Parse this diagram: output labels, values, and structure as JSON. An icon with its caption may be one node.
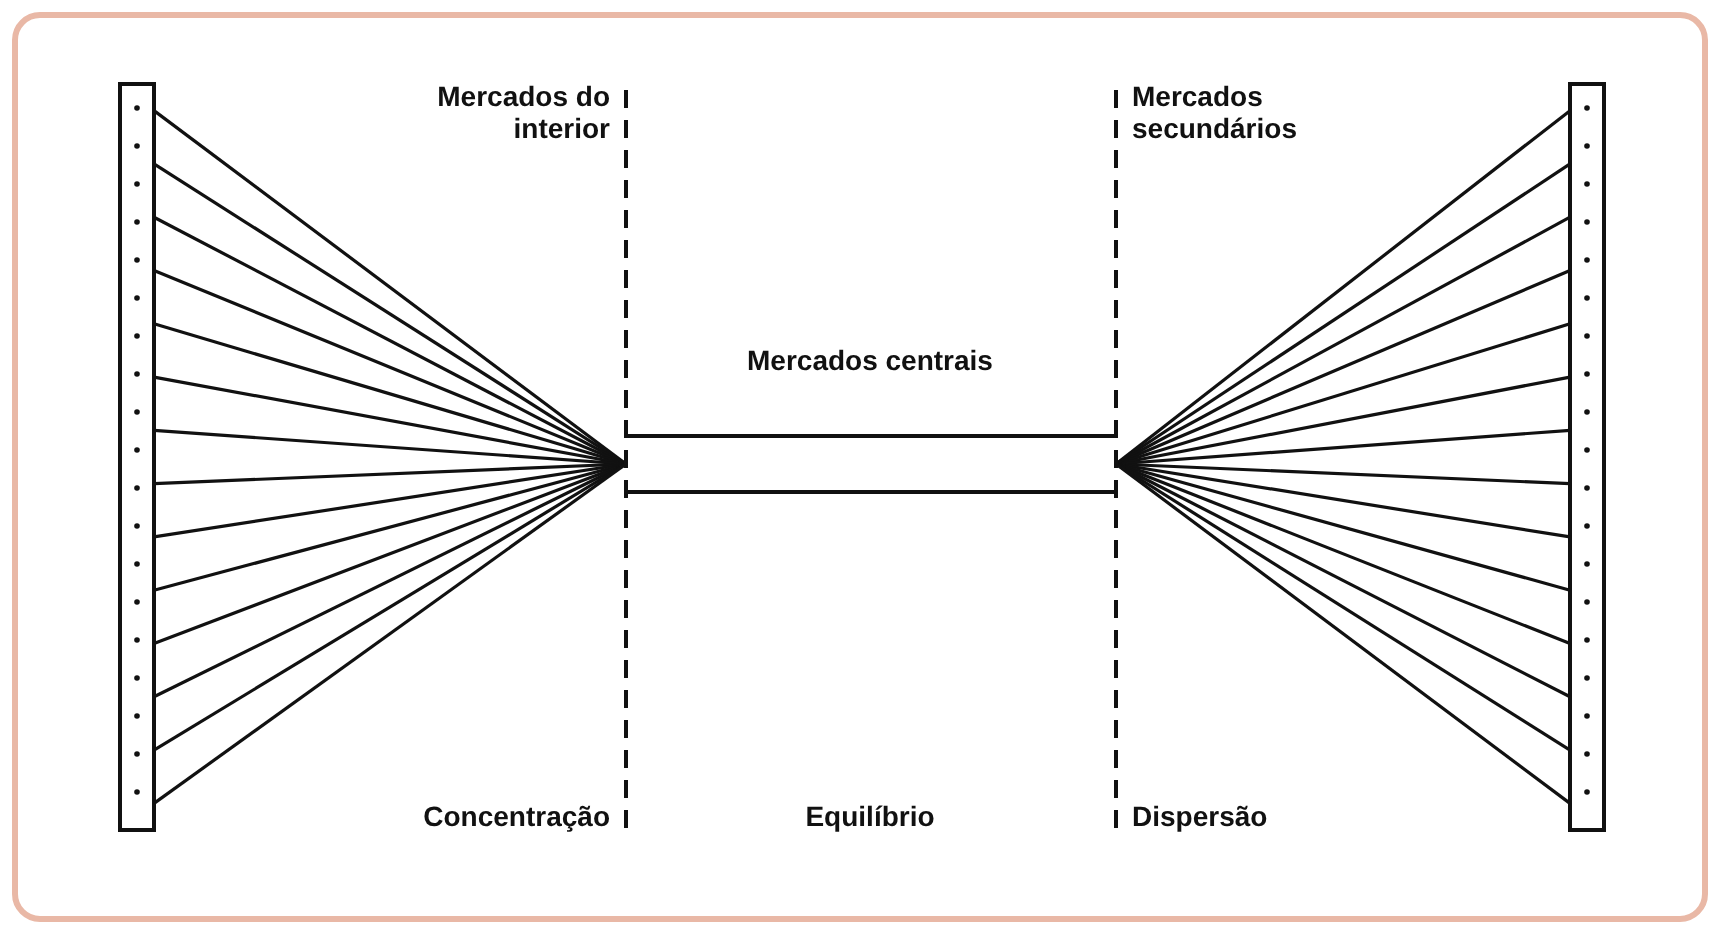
{
  "diagram": {
    "labels": [
      "Mercados do interior",
      "Mercados secundários",
      "Mercados centrais",
      "Concentração",
      "Equilíbrio",
      "Dispersão"
    ]
  }
}
